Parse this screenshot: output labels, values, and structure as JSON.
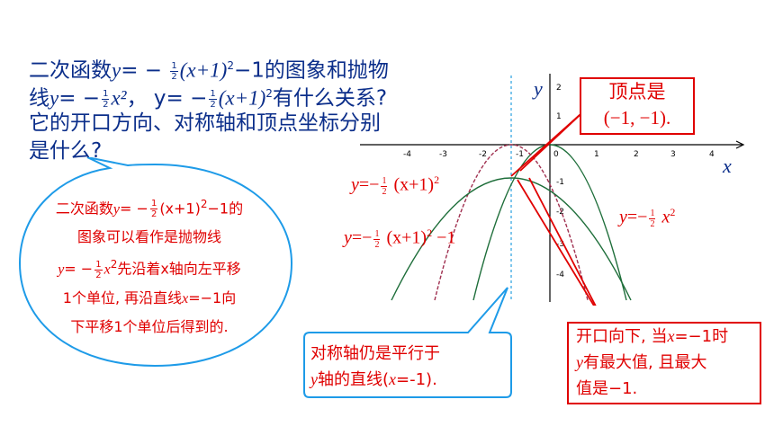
{
  "question": {
    "line1_a": "二次函数",
    "line1_y": "y",
    "line1_eq": "= −",
    "frac_num": "1",
    "frac_den": "2",
    "line1_paren": "(x+1)",
    "line1_sup": "2",
    "line1_end": "−1的图象和抛物",
    "line2_a": "线",
    "line2_y": "y",
    "line2_eq": "= −",
    "line2_x": "x²",
    "line2_mid": "， y= −",
    "line2_paren": "(x+1)",
    "line2_sup": "2",
    "line2_end": "有什么关系?",
    "line3": "它的开口方向、对称轴和顶点坐标分别",
    "line4": "是什么?"
  },
  "bubble": {
    "l1a": "二次函数",
    "l1y": "y",
    "l1b": "= −",
    "l1c": "(x+1)",
    "l1sup": "2",
    "l1d": "−1的",
    "l2": "图象可以看作是抛物线",
    "l3y": "y",
    "l3b": "= −",
    "l3c": "x",
    "l3sup": "2",
    "l3d": "先沿着x轴向左平移",
    "l4a": "1个单位, 再沿直线",
    "l4x": "x",
    "l4b": "=−1向",
    "l5": "下平移1个单位后得到的."
  },
  "vertex_box": {
    "line1": "顶点是",
    "line2": "(−1, −1)."
  },
  "axis_box": {
    "line1": "对称轴仍是平行于",
    "line2_y": "y",
    "line2_rest": "轴的直线(",
    "line2_x": "x",
    "line2_end": "=-1)."
  },
  "open_box": {
    "line1_a": "开口向下, 当",
    "line1_x": "x",
    "line1_b": "=−1时",
    "line2_y": "y",
    "line2_rest": "有最大值, 且最大",
    "line3": "值是−1."
  },
  "labels": {
    "curve1_y": "y",
    "curve1_eq": "=−",
    "curve1_rest": "(x+1)",
    "curve1_sup": "2",
    "curve2_y": "y",
    "curve2_eq": "=−",
    "curve2_rest": "(x+1)",
    "curve2_sup": "2",
    "curve2_end": "−1",
    "curve3_y": "y",
    "curve3_eq": "=−",
    "curve3_x": "x",
    "curve3_sup": "2"
  },
  "graph": {
    "x_axis_label": "x",
    "y_axis_label": "y",
    "x_ticks": [
      "-4",
      "-3",
      "-2",
      "-1",
      "0",
      "1",
      "2",
      "3",
      "4"
    ],
    "y_ticks": [
      "2",
      "1",
      "-1",
      "-2",
      "-3",
      "-4"
    ]
  },
  "colors": {
    "question_blue": "#0b2e8a",
    "accent_red": "#e00000",
    "bubble_border": "#1e9be8",
    "axis_blue": "#29a0e0"
  }
}
